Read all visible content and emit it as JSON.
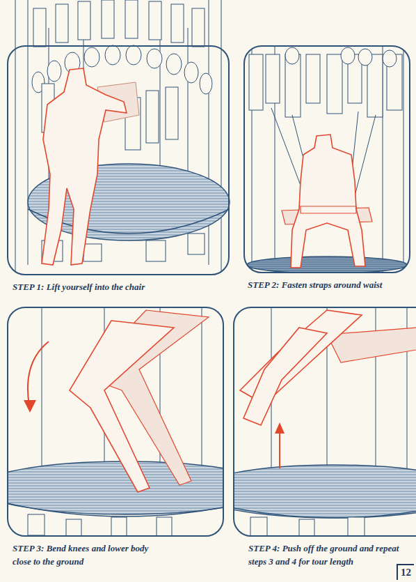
{
  "diagram": {
    "nodes": [
      {
        "text": [
          "STEP 1: Lift yourself into the chair"
        ]
      },
      {
        "text": [
          "STEP 2: Fasten straps around waist"
        ]
      },
      {
        "text": [
          "STEP 3: Bend knees and lower body close to the ground"
        ]
      },
      {
        "text": [
          "STEP 4: Push off the ground and repeat steps 3 and 4 for tour length"
        ]
      }
    ],
    "labels": [
      "12"
    ]
  }
}
